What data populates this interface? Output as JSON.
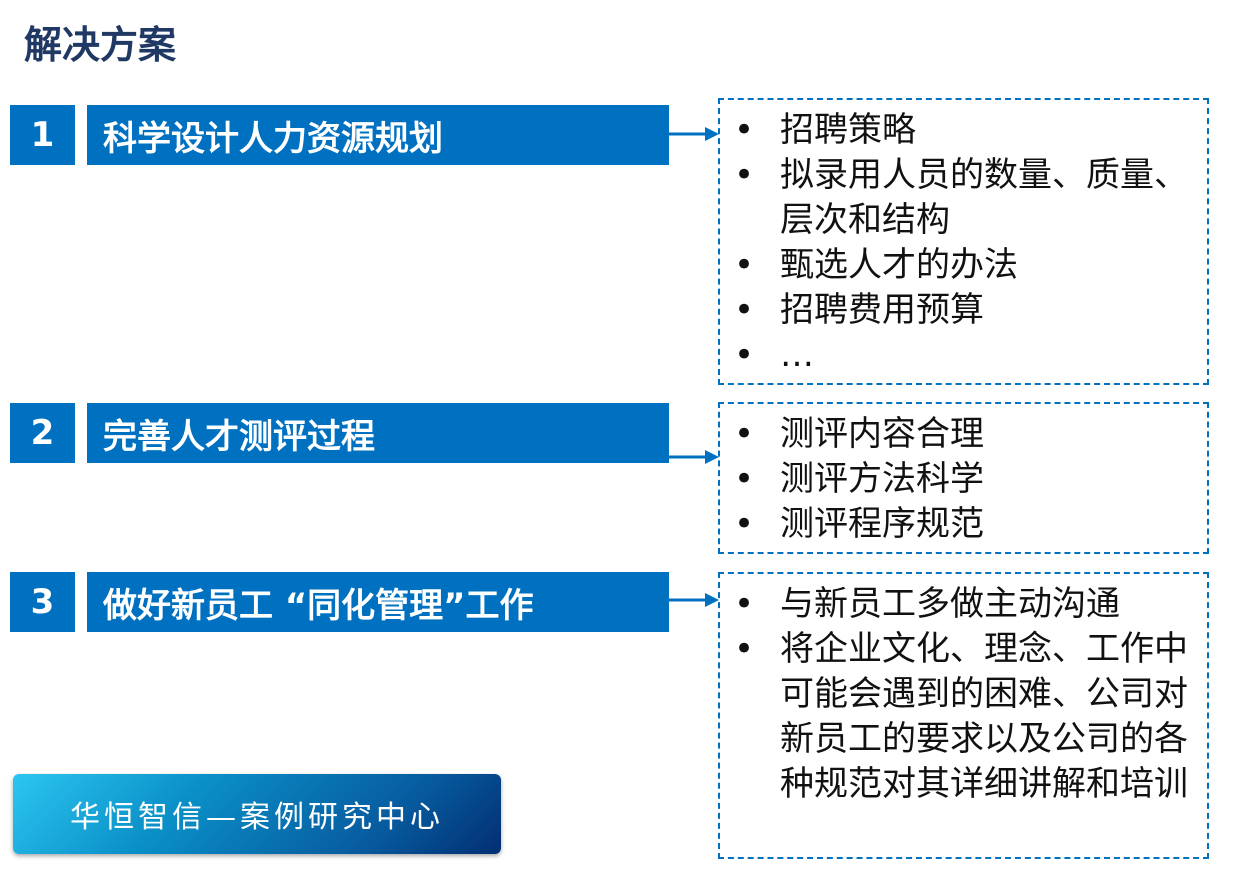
{
  "title": "解决方案",
  "rows": [
    {
      "num": "1",
      "label": "科学设计人力资源规划",
      "bullets": [
        "招聘策略",
        "拟录用人员的数量、质量、层次和结构",
        "甄选人才的办法",
        "招聘费用预算",
        "…"
      ]
    },
    {
      "num": "2",
      "label": "完善人才测评过程",
      "bullets": [
        "测评内容合理",
        "测评方法科学",
        "测评程序规范"
      ]
    },
    {
      "num": "3",
      "label": "做好新员工 “同化管理”工作",
      "bullets": [
        "与新员工多做主动沟通",
        "将企业文化、理念、工作中可能会遇到的困难、公司对新员工的要求以及公司的各种规范对其详细讲解和培训"
      ]
    }
  ],
  "bullet_char": "•",
  "logo_text": "华恒智信—案例研究中心",
  "colors": {
    "accent": "#0070c0",
    "title": "#1f3864"
  }
}
